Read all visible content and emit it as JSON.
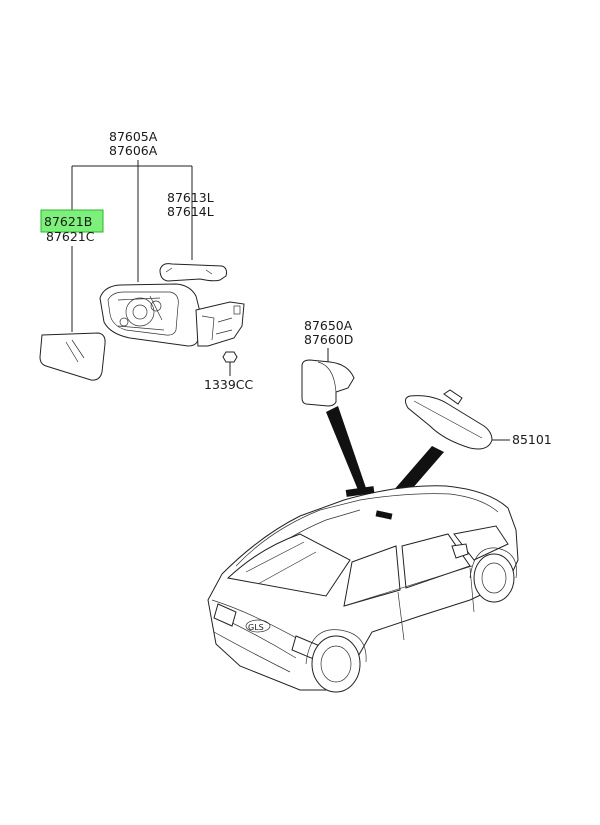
{
  "labels": {
    "mirror_assembly": [
      "87605A",
      "87606A"
    ],
    "mirror_glass": [
      "87621B",
      "87621C"
    ],
    "scalp_cover": [
      "87613L",
      "87614L"
    ],
    "nut": "1339CC",
    "inside_cover": [
      "87650A",
      "87660D"
    ],
    "inside_mirror": "85101"
  },
  "highlight": {
    "selected_part": "87621B",
    "color": "#7cf07a",
    "border": "#2db52b"
  },
  "car_badge": "GLS"
}
